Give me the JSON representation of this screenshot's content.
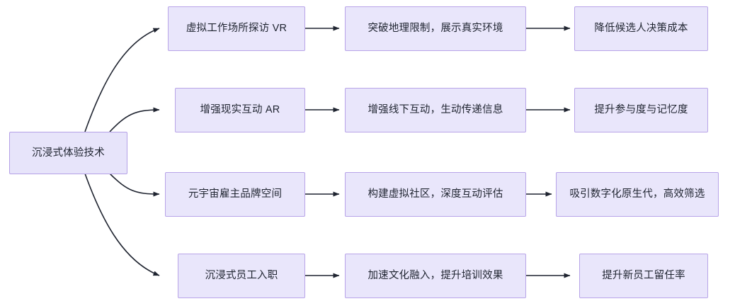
{
  "diagram": {
    "type": "flowchart",
    "direction": "left-to-right",
    "title": "沉浸式体验技术",
    "colors": {
      "node_fill": "#e9e6fb",
      "node_border": "#b8a4e8",
      "edge_stroke": "#1f2430",
      "text": "#1f2430",
      "background": "#ffffff"
    },
    "root": {
      "id": "root",
      "label": "沉浸式体验技术"
    },
    "branches": [
      {
        "id": "branch-1",
        "technology": "虚拟工作场所探访 VR",
        "mechanism": "突破地理限制，展示真实环境",
        "outcome": "降低候选人决策成本"
      },
      {
        "id": "branch-2",
        "technology": "增强现实互动 AR",
        "mechanism": "增强线下互动，生动传递信息",
        "outcome": "提升参与度与记忆度"
      },
      {
        "id": "branch-3",
        "technology": "元宇宙雇主品牌空间",
        "mechanism": "构建虚拟社区，深度互动评估",
        "outcome": "吸引数字化原生代，高效筛选"
      },
      {
        "id": "branch-4",
        "technology": "沉浸式员工入职",
        "mechanism": "加速文化融入，提升培训效果",
        "outcome": "提升新员工留任率"
      }
    ]
  }
}
